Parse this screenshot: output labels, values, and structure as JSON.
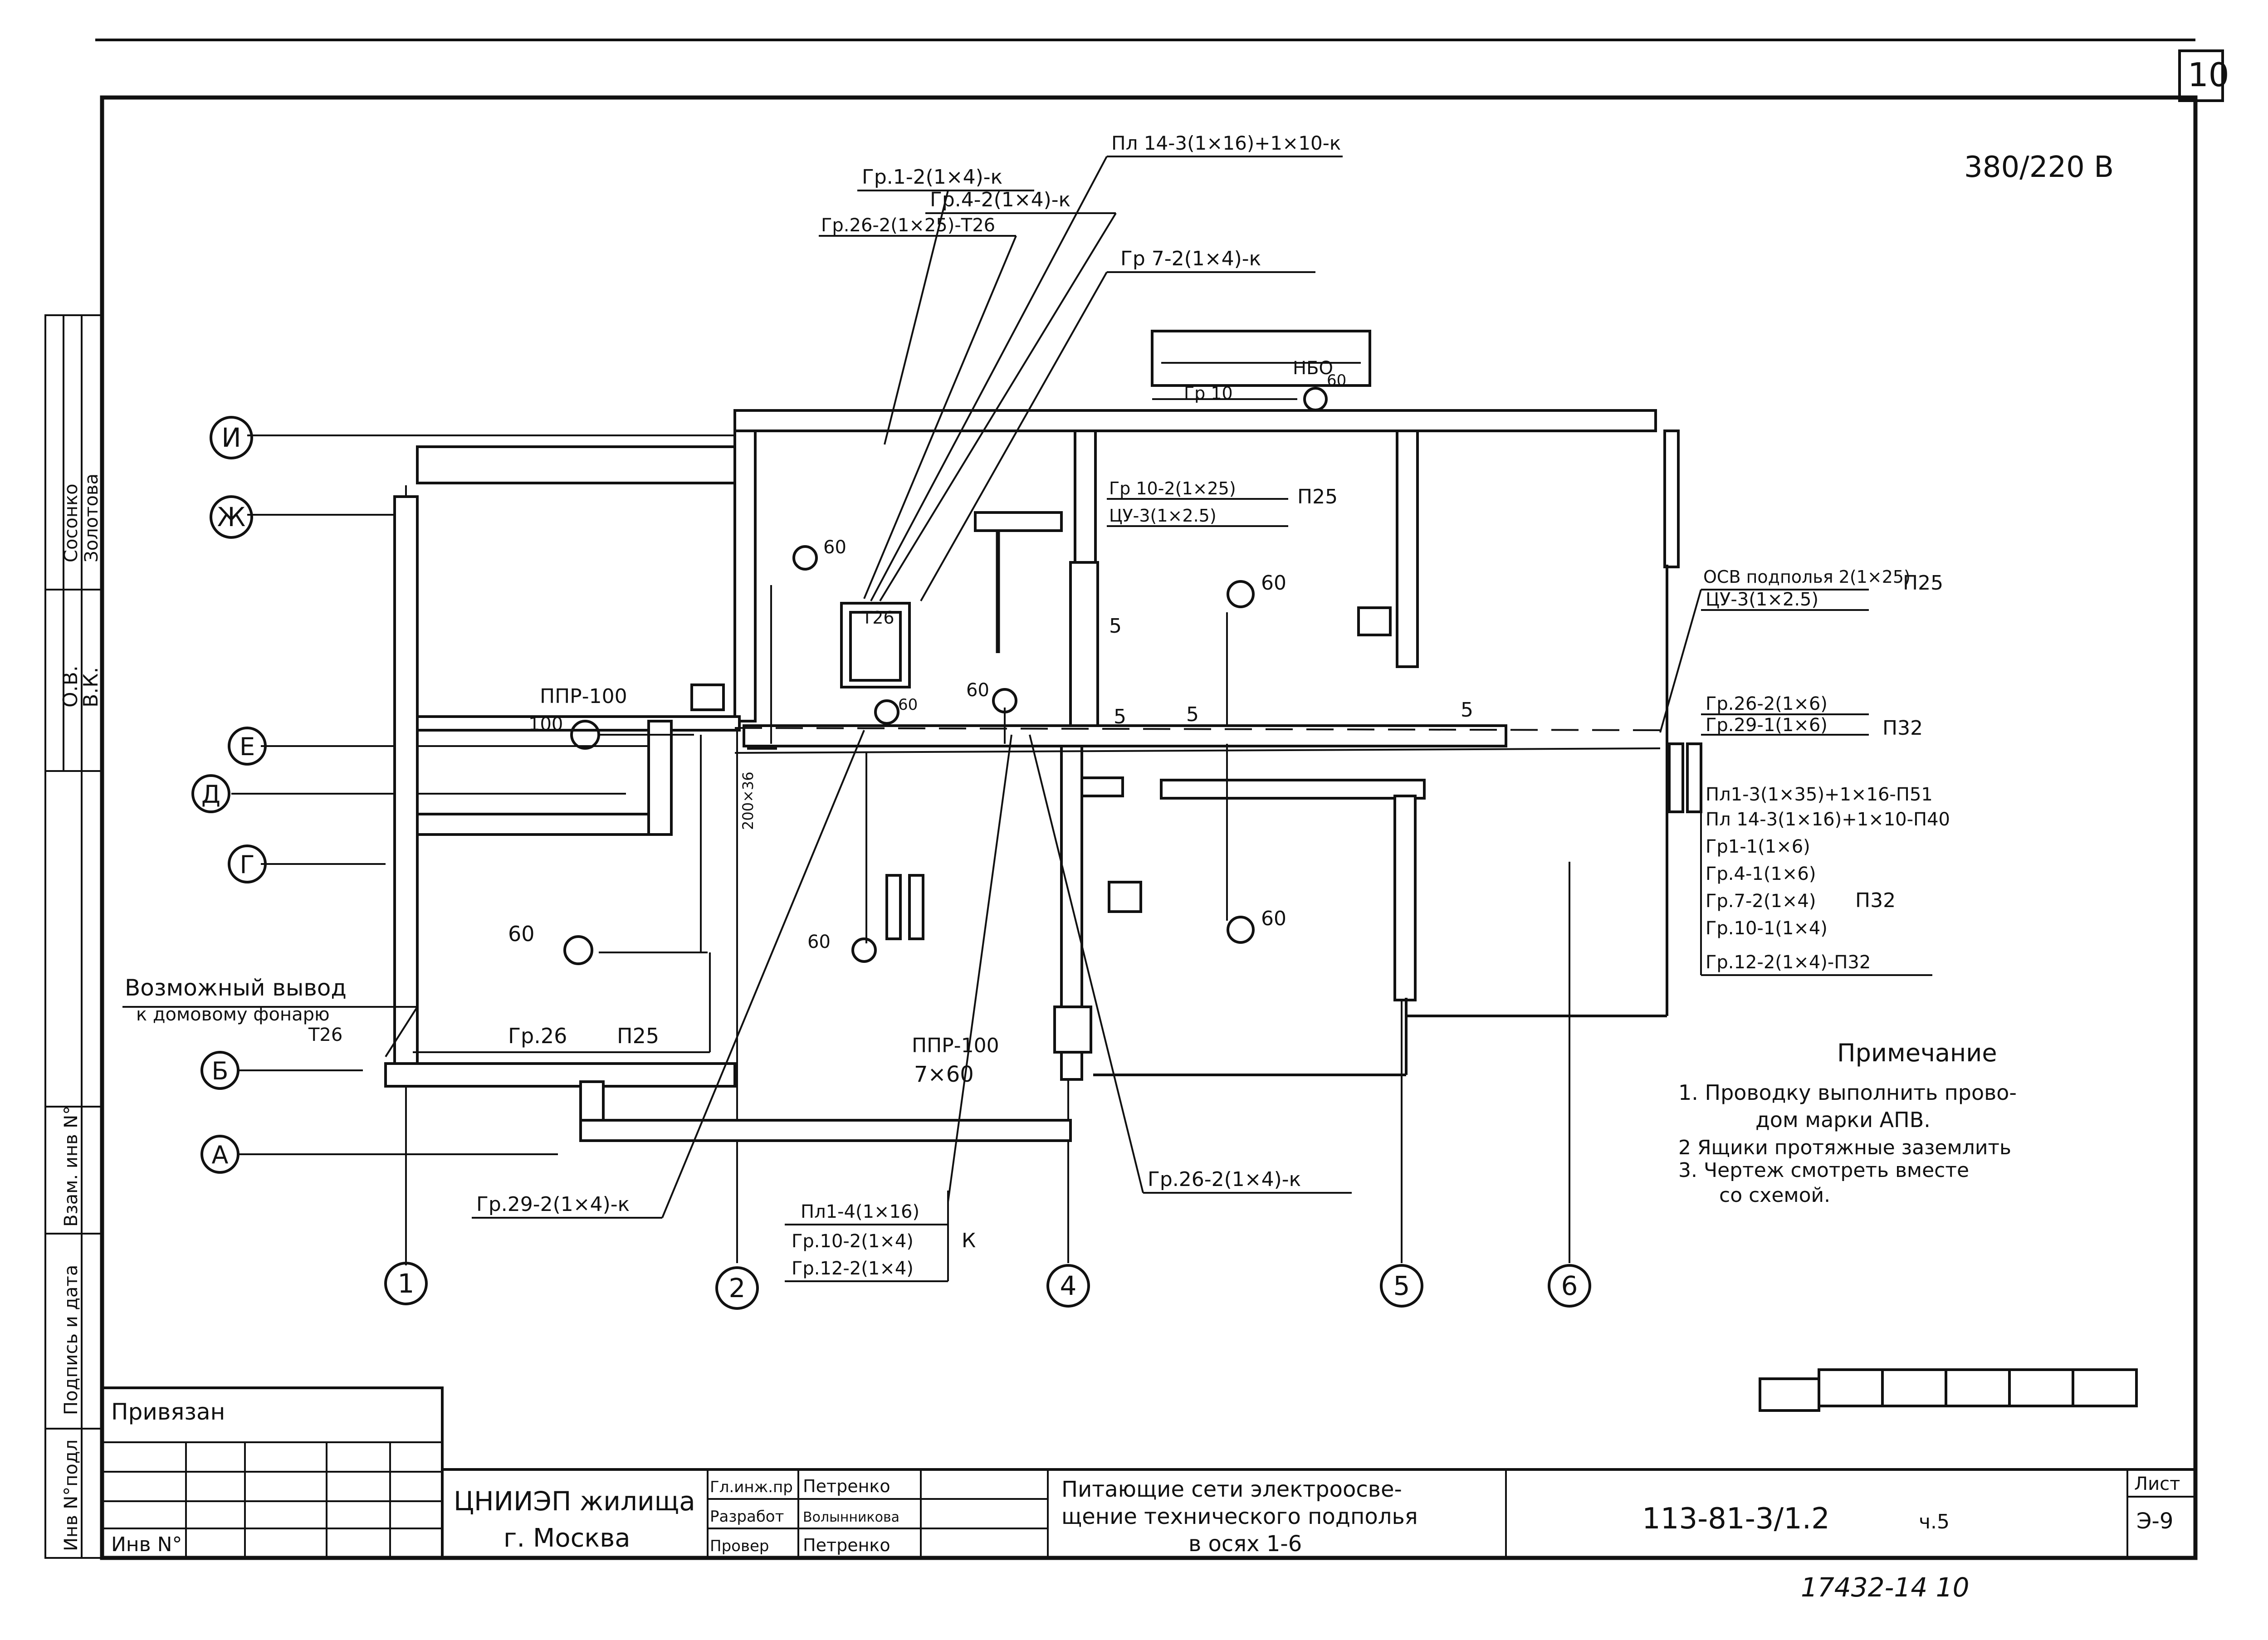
{
  "sheet": {
    "sheet_number": "10",
    "voltage": "380/220 В",
    "scan_number": "17432-14 10"
  },
  "side_stamp": {
    "names": [
      "О.В.",
      "В.К.",
      "Сосонко",
      "Золотова"
    ],
    "labels": [
      "Инв N°подл",
      "Подпись и дата",
      "Взам. инв N°"
    ]
  },
  "axes": {
    "rows": [
      "И",
      "Ж",
      "Е",
      "Д",
      "Г",
      "Б",
      "А"
    ],
    "columns": [
      "1",
      "2",
      "4",
      "5",
      "6"
    ]
  },
  "plan_labels": {
    "l_gr12": "Гр.1-2(1×4)-к",
    "l_gr262t": "Гр.26-2(1×25)-Т26",
    "l_pl143": "Пл 14-3(1×16)+1×10-к",
    "l_gr42": "Гр.4-2(1×4)-к",
    "l_gr72": "Гр 7-2(1×4)-к",
    "l_gr102": "Гр 10-2(1×25)",
    "l_cu3": "ЦУ-3(1×2.5)",
    "l_p25a": "П25",
    "l_nbo": "НБО",
    "l_60nbo": "60",
    "l_gr10": "Гр 10",
    "l_osv": "ОСВ подполья 2(1×25)",
    "l_cu3b": "ЦУ-3(1×2.5)",
    "l_p25b": "П25",
    "l_gr262b": "Гр.26-2(1×6)",
    "l_gr291": "Гр.29-1(1×6)",
    "l_p32a": "П32",
    "l_pl13": "Пл1-3(1×35)+1×16-П51",
    "l_pl143b": "Пл 14-3(1×16)+1×10-П40",
    "l_gr11": "Гр1-1(1×6)",
    "l_gr41": "Гр.4-1(1×6)",
    "l_gr72b": "Гр.7-2(1×4)",
    "l_gr101": "Гр.10-1(1×4)",
    "l_p32b": "П32",
    "l_gr122": "Гр.12-2(1×4)-П32",
    "l_ppr100": "ППР-100",
    "l_100": "100",
    "l_60a": "60",
    "l_60b": "60",
    "l_60c": "60",
    "l_60d": "60",
    "l_60e": "60",
    "l_60f": "60",
    "l_60g": "60",
    "l_t26": "Т26",
    "l_5a": "5",
    "l_5b": "5",
    "l_5c": "5",
    "l_5d": "5",
    "l_20036": "200×36",
    "l_vyvod": "Возможный вывод",
    "l_fonar": "к домовому фонарю",
    "l_t26b": "Т26",
    "l_gr26": "Гр.26",
    "l_p25c": "П25",
    "l_ppr100b": "ППР-100",
    "l_7x60": "7×60",
    "l_gr292": "Гр.29-2(1×4)-к",
    "l_gr262k": "Гр.26-2(1×4)-к",
    "l_pl14": "Пл1-4(1×16)",
    "l_gr102b": "Гр.10-2(1×4)",
    "l_gr122b": "Гр.12-2(1×4)",
    "l_k": "К"
  },
  "notes": {
    "title": "Примечание",
    "items": [
      "1. Проводку выполнить прово-",
      "дом марки АПВ.",
      "2 Ящики протяжные заземлить",
      "3. Чертеж смотреть вместе",
      "со схемой."
    ]
  },
  "title_block": {
    "privyazan": "Привязан",
    "inv": "Инв N°",
    "org_line1": "ЦНИИЭП жилища",
    "org_line2": "г. Москва",
    "roles": [
      "Гл.инж.пр",
      "Разработ",
      "Провер"
    ],
    "people": [
      "Петренко",
      "Волынникова",
      "Петренко"
    ],
    "title_line1": "Питающие сети электроосве-",
    "title_line2": "щение технического подполья",
    "title_line3": "в осях 1-6",
    "code": "113-81-3/1.2",
    "part": "ч.5",
    "list_label": "Лист",
    "list_value": "Э-9"
  }
}
